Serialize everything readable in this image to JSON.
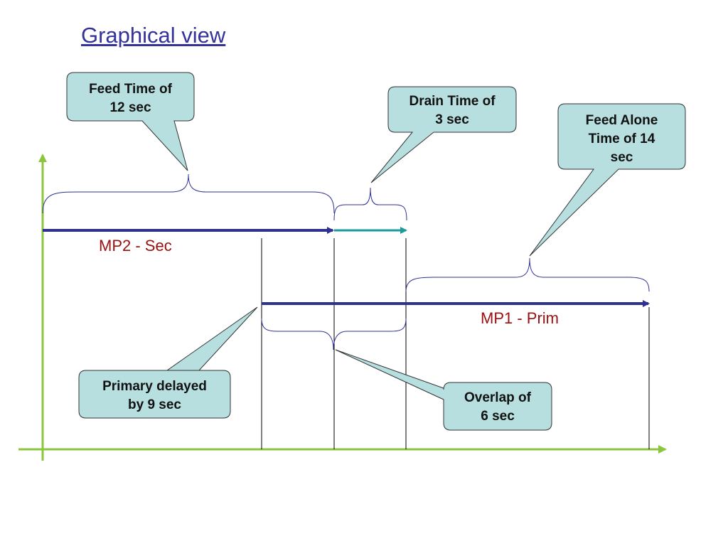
{
  "title": "Graphical view",
  "series": {
    "mp2": {
      "label": "MP2 - Sec"
    },
    "mp1": {
      "label": "MP1 - Prim"
    }
  },
  "callouts": {
    "feed_time": {
      "line1": "Feed Time of",
      "line2": "12 sec"
    },
    "drain_time": {
      "line1": "Drain Time of",
      "line2": "3 sec"
    },
    "feed_alone": {
      "line1": "Feed Alone",
      "line2": "Time of 14",
      "line3": "sec"
    },
    "primary_delayed": {
      "line1": "Primary delayed",
      "line2": "by 9 sec"
    },
    "overlap": {
      "line1": "Overlap of",
      "line2": "6 sec"
    }
  },
  "colors": {
    "axis": "#8cc63f",
    "arrow_main": "#2e3192",
    "arrow_drain": "#1a9a9a",
    "label_text": "#9a1010",
    "callout_fill": "#b7dfe0",
    "callout_stroke": "#333333",
    "brace": "#2e3192",
    "title": "#33339a"
  }
}
